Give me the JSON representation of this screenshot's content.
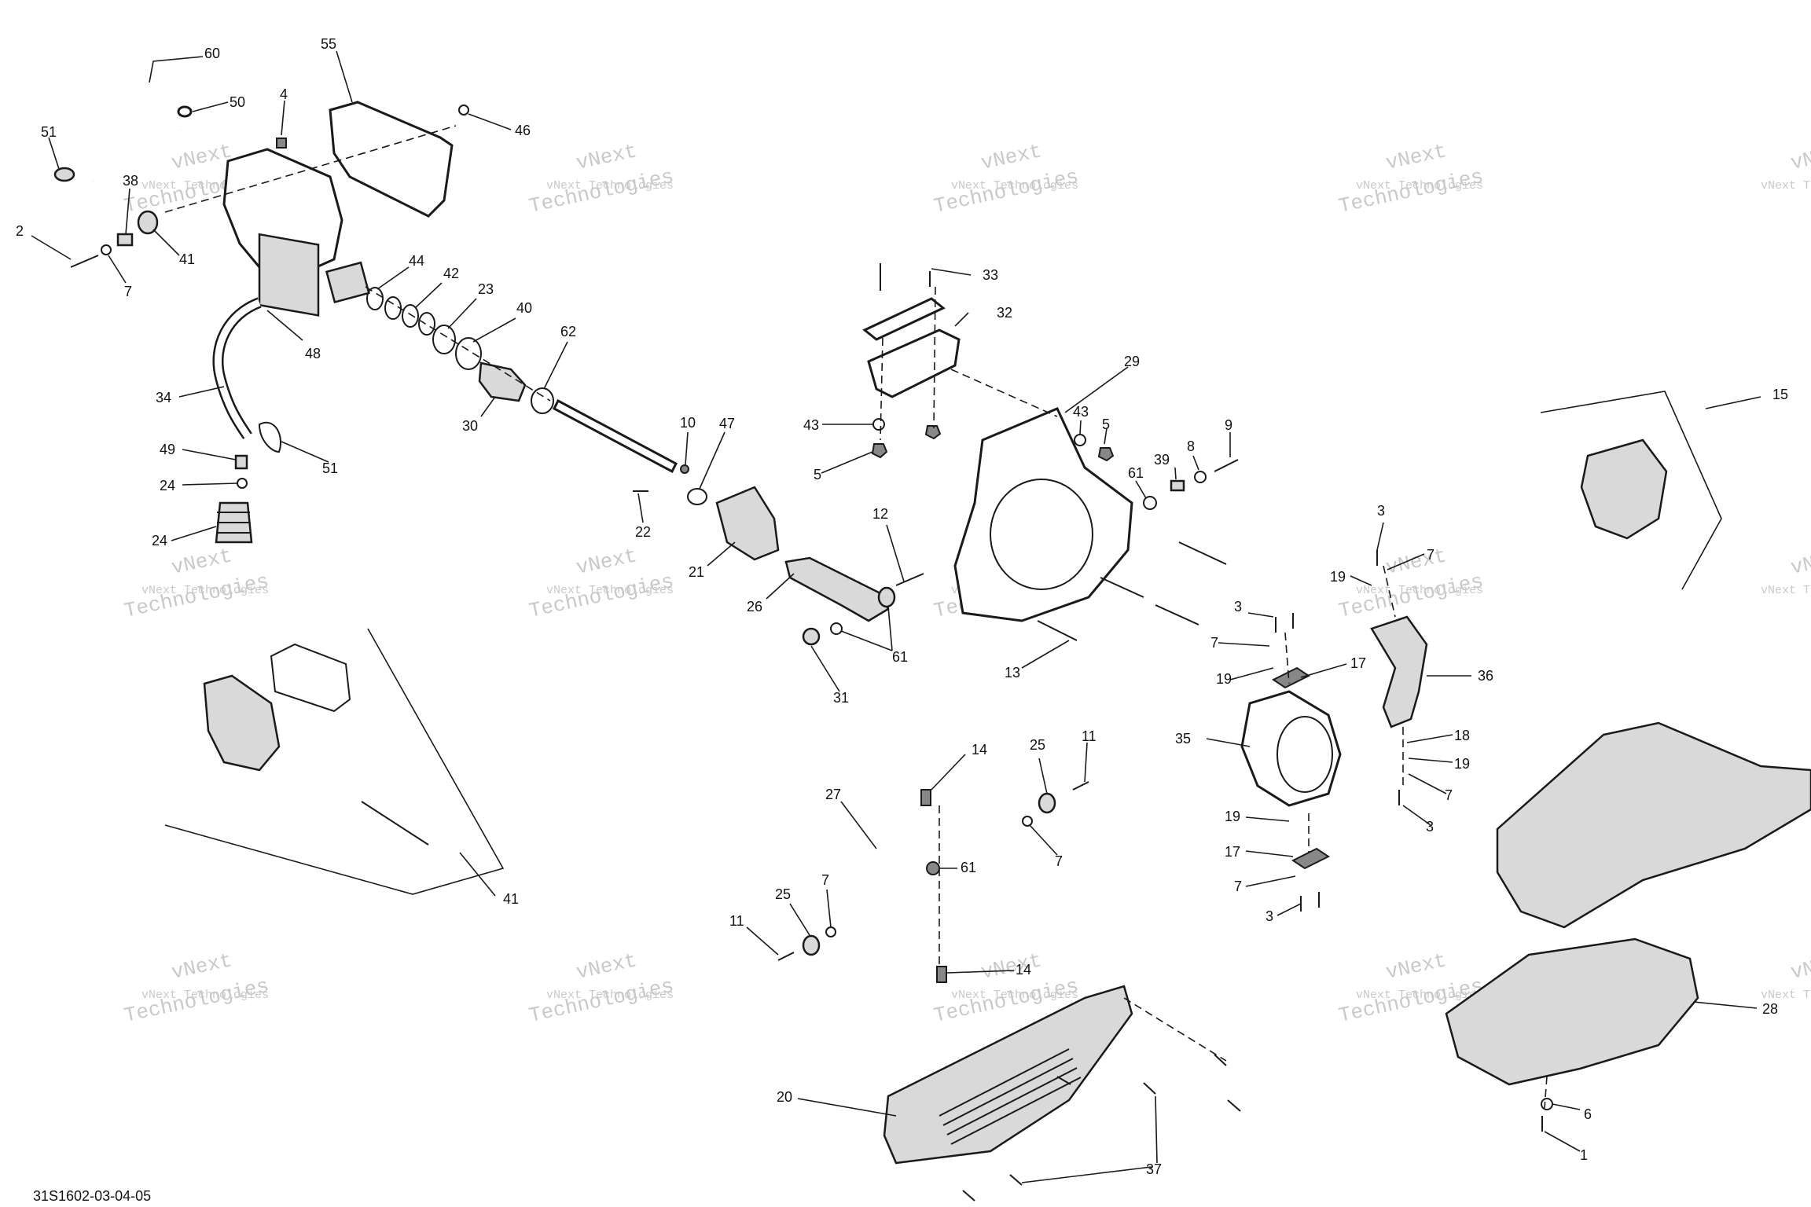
{
  "drawing_code": "31S1602-03-04-05",
  "watermark": {
    "line1": "vNext Technologies",
    "line2": "vNext",
    "line3": "Technologies"
  },
  "callouts": [
    "60",
    "50",
    "51",
    "38",
    "2",
    "7",
    "41",
    "4",
    "55",
    "46",
    "44",
    "42",
    "23",
    "40",
    "62",
    "48",
    "34",
    "49",
    "51",
    "24",
    "30",
    "22",
    "10",
    "47",
    "21",
    "26",
    "12",
    "61",
    "31",
    "33",
    "32",
    "29",
    "43",
    "5",
    "9",
    "8",
    "39",
    "61",
    "13",
    "3",
    "7",
    "19",
    "15",
    "36",
    "18",
    "19",
    "7",
    "35",
    "17",
    "3",
    "14",
    "25",
    "11",
    "27",
    "7",
    "61",
    "25",
    "11",
    "7",
    "14",
    "20",
    "37",
    "28",
    "6",
    "1",
    "41"
  ]
}
